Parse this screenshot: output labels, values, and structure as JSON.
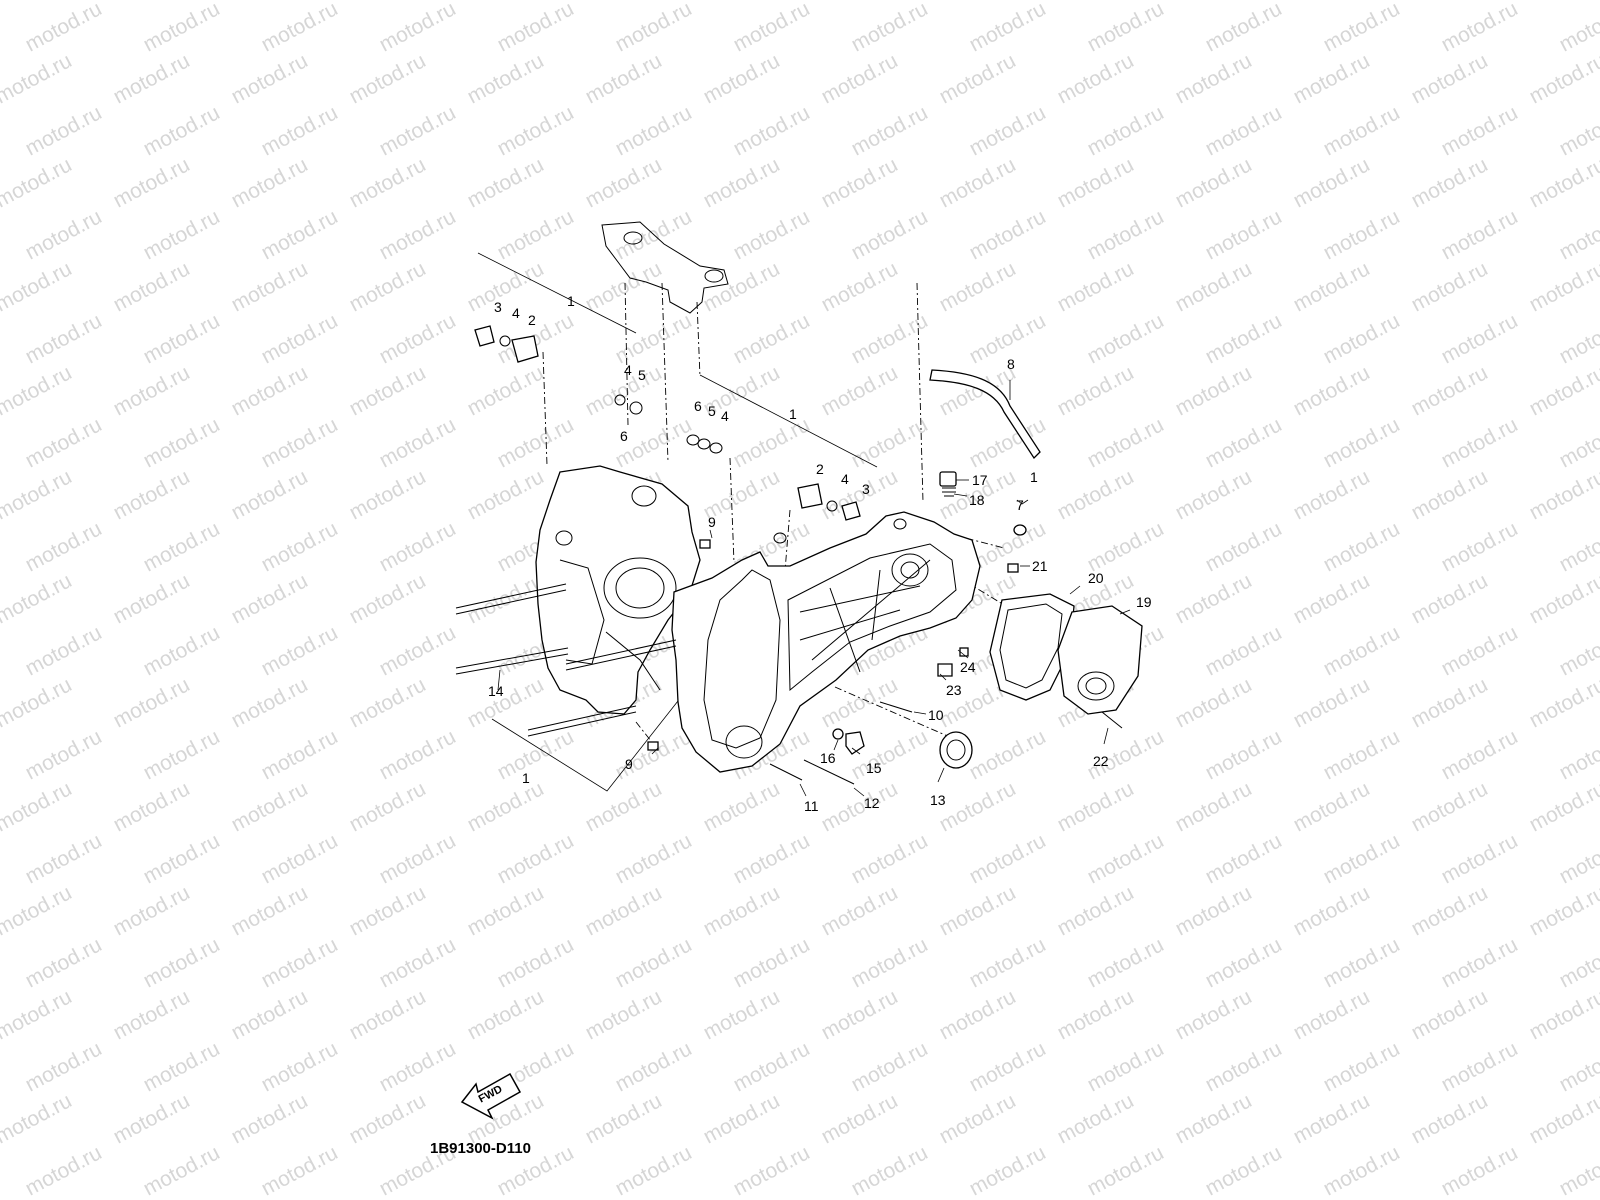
{
  "watermark": "motod.ru",
  "diagram_code": "1B91300-D110",
  "fwd_label": "FWD",
  "callouts": [
    {
      "id": "c1a",
      "text": "1"
    },
    {
      "id": "c2a",
      "text": "2"
    },
    {
      "id": "c3a",
      "text": "3"
    },
    {
      "id": "c4a",
      "text": "4"
    },
    {
      "id": "c4b",
      "text": "4"
    },
    {
      "id": "c5a",
      "text": "5"
    },
    {
      "id": "c6a",
      "text": "6"
    },
    {
      "id": "c1b",
      "text": "1"
    },
    {
      "id": "c6b",
      "text": "6"
    },
    {
      "id": "c5b",
      "text": "5"
    },
    {
      "id": "c4c",
      "text": "4"
    },
    {
      "id": "c2b",
      "text": "2"
    },
    {
      "id": "c4d",
      "text": "4"
    },
    {
      "id": "c3b",
      "text": "3"
    },
    {
      "id": "c8",
      "text": "8"
    },
    {
      "id": "c17",
      "text": "17"
    },
    {
      "id": "c18",
      "text": "18"
    },
    {
      "id": "c1c",
      "text": "1"
    },
    {
      "id": "c7",
      "text": "7"
    },
    {
      "id": "c9a",
      "text": "9"
    },
    {
      "id": "c21",
      "text": "21"
    },
    {
      "id": "c20",
      "text": "20"
    },
    {
      "id": "c19",
      "text": "19"
    },
    {
      "id": "c24",
      "text": "24"
    },
    {
      "id": "c23",
      "text": "23"
    },
    {
      "id": "c10",
      "text": "10"
    },
    {
      "id": "c14",
      "text": "14"
    },
    {
      "id": "c9b",
      "text": "9"
    },
    {
      "id": "c16",
      "text": "16"
    },
    {
      "id": "c15",
      "text": "15"
    },
    {
      "id": "c13",
      "text": "13"
    },
    {
      "id": "c22",
      "text": "22"
    },
    {
      "id": "c1d",
      "text": "1"
    },
    {
      "id": "c11",
      "text": "11"
    },
    {
      "id": "c12",
      "text": "12"
    }
  ]
}
